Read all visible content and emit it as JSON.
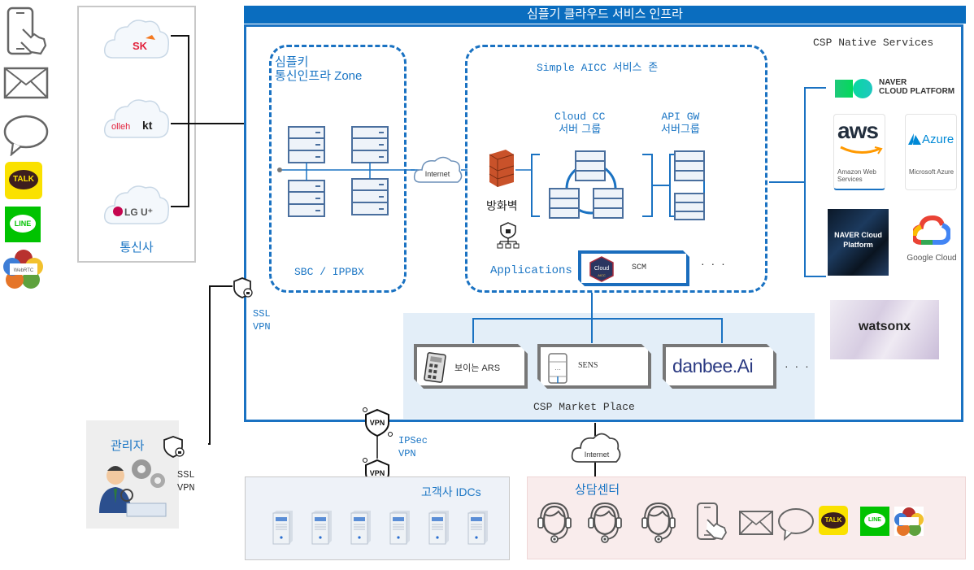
{
  "title": "심플기 클라우드 서비스 인프라",
  "csp_native": {
    "label": "CSP Native Services",
    "providers": [
      {
        "name": "NAVER",
        "sub": "CLOUD PLATFORM"
      },
      {
        "name": "aws",
        "sub": "Amazon Web Services"
      },
      {
        "name": "Azure",
        "sub": "Microsoft Azure"
      },
      {
        "name": "NAVER Cloud Platform"
      },
      {
        "name": "Google Cloud"
      }
    ]
  },
  "telecom": {
    "label": "통신사",
    "carriers": [
      "SK",
      "olleh kt",
      "LG U+"
    ]
  },
  "channels_left": [
    "mobile-touch",
    "email",
    "chat",
    "TALK",
    "LINE",
    "WebRTC"
  ],
  "infra_zone": {
    "title_line1": "심플키",
    "title_line2": "통신인프라 Zone",
    "footer": "SBC / IPPBX"
  },
  "internet_label": "Internet",
  "aicc_zone": {
    "title": "Simple AICC 서비스 존",
    "firewall": "방화벽",
    "cloud_cc": {
      "line1": "Cloud CC",
      "line2": "서버 그룹"
    },
    "api_gw": {
      "line1": "API GW",
      "line2": "서버그룹"
    },
    "applications": "Applications",
    "scm": {
      "badge": "Cloud",
      "badge_sub": "AICC",
      "label": "SCM"
    },
    "ellipsis": "· · ·"
  },
  "marketplace": {
    "label": "CSP Market Place",
    "items": [
      {
        "label": "보이는 ARS"
      },
      {
        "label": "SENS"
      },
      {
        "label": "danbee.Ai"
      }
    ],
    "ellipsis": "· · ·"
  },
  "watsonx": "watsonx",
  "ssl_vpn": {
    "line1": "SSL",
    "line2": "VPN"
  },
  "admin": {
    "label": "관리자"
  },
  "ipsec": {
    "line1": "IPSec",
    "line2": "VPN",
    "badge": "VPN"
  },
  "customer_idc": {
    "label": "고객사 IDCs",
    "server_count": 6
  },
  "contact_center": {
    "label": "상담센터",
    "agents": 3,
    "channels": [
      "mobile-touch",
      "email",
      "chat",
      "TALK",
      "LINE",
      "WebRTC"
    ]
  }
}
